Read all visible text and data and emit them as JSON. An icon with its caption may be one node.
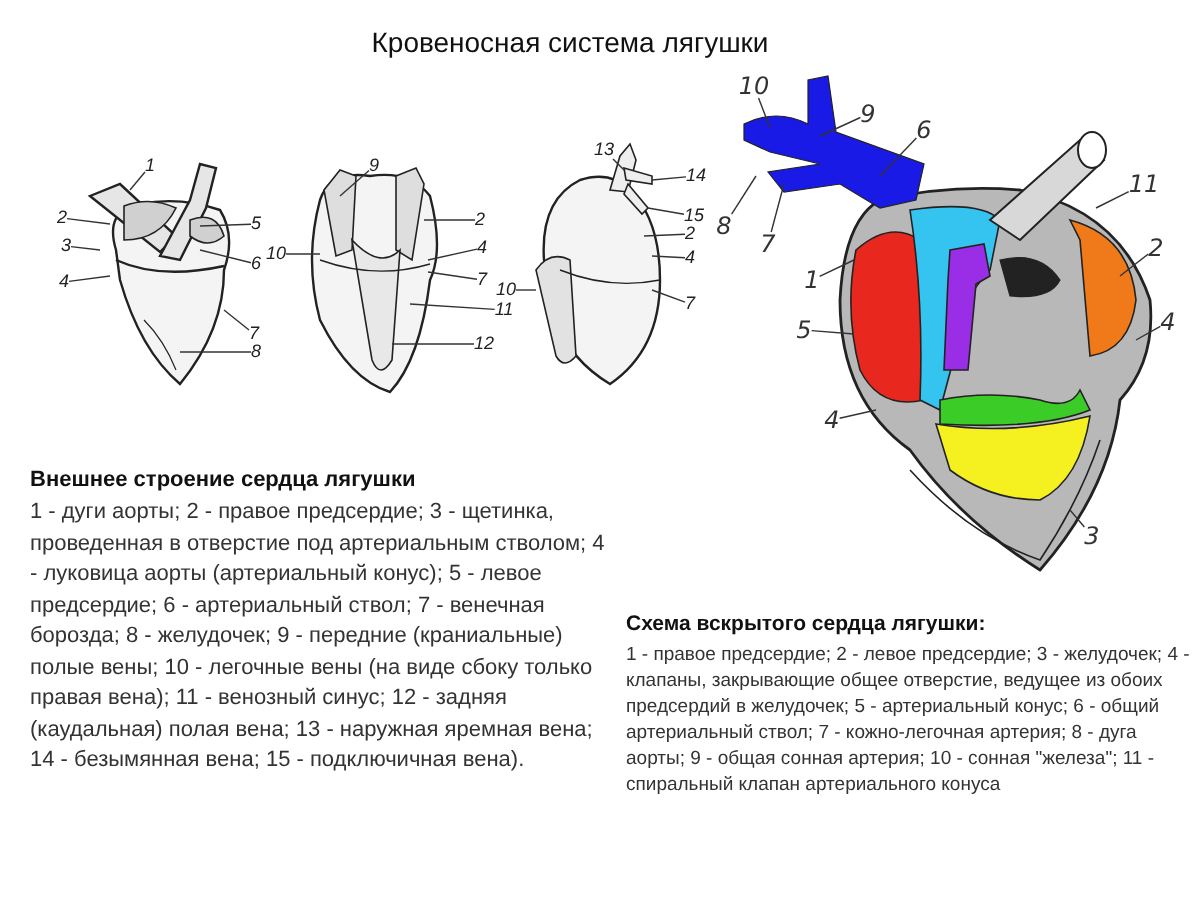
{
  "diagram": {
    "title": "Кровеносная система лягушки",
    "nodes": [
      {
        "text": [
          "1"
        ]
      },
      {
        "text": [
          "2"
        ]
      },
      {
        "text": [
          "3"
        ]
      },
      {
        "text": [
          "4"
        ]
      },
      {
        "text": [
          "5"
        ]
      },
      {
        "text": [
          "6"
        ]
      },
      {
        "text": [
          "7"
        ]
      },
      {
        "text": [
          "8"
        ]
      },
      {
        "text": [
          "9"
        ]
      },
      {
        "text": [
          "2"
        ]
      },
      {
        "text": [
          "10"
        ]
      },
      {
        "text": [
          "4"
        ]
      },
      {
        "text": [
          "7"
        ]
      },
      {
        "text": [
          "11"
        ]
      },
      {
        "text": [
          "12"
        ]
      },
      {
        "text": [
          "13"
        ]
      },
      {
        "text": [
          "10"
        ]
      },
      {
        "text": [
          "14"
        ]
      },
      {
        "text": [
          "15"
        ]
      },
      {
        "text": [
          "2"
        ]
      },
      {
        "text": [
          "4"
        ]
      },
      {
        "text": [
          "7"
        ]
      },
      {
        "text": [
          "10"
        ]
      },
      {
        "text": [
          "9"
        ]
      },
      {
        "text": [
          "6"
        ]
      },
      {
        "text": [
          "8"
        ]
      },
      {
        "text": [
          "7"
        ]
      },
      {
        "text": [
          "11"
        ]
      },
      {
        "text": [
          "2"
        ]
      },
      {
        "text": [
          "1"
        ]
      },
      {
        "text": [
          "5"
        ]
      },
      {
        "text": [
          "4"
        ]
      },
      {
        "text": [
          "4"
        ]
      },
      {
        "text": [
          "3"
        ]
      },
      {
        "text": [],
        "shape": "picture"
      },
      {
        "text": [],
        "shape": "picture"
      },
      {
        "text": [],
        "shape": "picture"
      },
      {
        "text": [],
        "shape": "picture"
      }
    ],
    "edges": [
      {
        "from": 0,
        "to": 34,
        "arrow": "none"
      },
      {
        "from": 1,
        "to": 34,
        "arrow": "none"
      },
      {
        "from": 2,
        "to": 34,
        "arrow": "none"
      },
      {
        "from": 3,
        "to": 34,
        "arrow": "none"
      },
      {
        "from": 4,
        "to": 34,
        "arrow": "none"
      },
      {
        "from": 5,
        "to": 34,
        "arrow": "none"
      },
      {
        "from": 6,
        "to": 34,
        "arrow": "none"
      },
      {
        "from": 7,
        "to": 34,
        "arrow": "none"
      },
      {
        "from": 8,
        "to": 35,
        "arrow": "none"
      },
      {
        "from": 9,
        "to": 35,
        "arrow": "none"
      },
      {
        "from": 10,
        "to": 35,
        "arrow": "none"
      },
      {
        "from": 11,
        "to": 35,
        "arrow": "none"
      },
      {
        "from": 12,
        "to": 35,
        "arrow": "none"
      },
      {
        "from": 13,
        "to": 35,
        "arrow": "none"
      },
      {
        "from": 14,
        "to": 35,
        "arrow": "none"
      },
      {
        "from": 15,
        "to": 36,
        "arrow": "none"
      },
      {
        "from": 16,
        "to": 36,
        "arrow": "none"
      },
      {
        "from": 17,
        "to": 36,
        "arrow": "none"
      },
      {
        "from": 18,
        "to": 36,
        "arrow": "none"
      },
      {
        "from": 19,
        "to": 36,
        "arrow": "none"
      },
      {
        "from": 20,
        "to": 36,
        "arrow": "none"
      },
      {
        "from": 21,
        "to": 36,
        "arrow": "none"
      },
      {
        "from": 22,
        "to": 37,
        "arrow": "none"
      },
      {
        "from": 23,
        "to": 37,
        "arrow": "none"
      },
      {
        "from": 24,
        "to": 37,
        "arrow": "none"
      },
      {
        "from": 25,
        "to": 37,
        "arrow": "none"
      },
      {
        "from": 26,
        "to": 37,
        "arrow": "none"
      },
      {
        "from": 27,
        "to": 37,
        "arrow": "none"
      },
      {
        "from": 28,
        "to": 37,
        "arrow": "none"
      },
      {
        "from": 29,
        "to": 37,
        "arrow": "none"
      },
      {
        "from": 30,
        "to": 37,
        "arrow": "none"
      },
      {
        "from": 31,
        "to": 37,
        "arrow": "none"
      },
      {
        "from": 32,
        "to": 37,
        "arrow": "none"
      },
      {
        "from": 33,
        "to": 37,
        "arrow": "none"
      }
    ],
    "labels": [
      "Внешнее строение сердца лягушки",
      "1 - дуги аорты; 2 - правое предсердие; 3 - щетинка, проведенная в отверстие под артериальным стволом; 4 - луковица аорты (артериальный конус); 5 - левое предсердие; 6 - артериальный ствол; 7 - венечная борозда; 8 - желудочек; 9 - передние (краниальные) полые вены; 10 - легочные вены (на виде сбоку только правая вена); 11 - венозный синус; 12 - задняя (каудальная) полая вена; 13 - наружная яремная вена; 14 - безымянная вена; 15 - подключичная вена).",
      "Схема вскрытого сердца лягушки:",
      "1 - правое предсердие; 2 - левое предсердие; 3 - желудочек; 4 - клапаны, закрывающие общее отверстие, ведущее из обоих предсердий в желудочек; 5 - артериальный конус; 6 - общий артериальный ствол; 7 - кожно-легочная артерия; 8 - дуга аорты; 9 - общая сонная артерия; 10 - сонная \"железа\"; 11 - спиральный клапан артериального конуса"
    ]
  }
}
